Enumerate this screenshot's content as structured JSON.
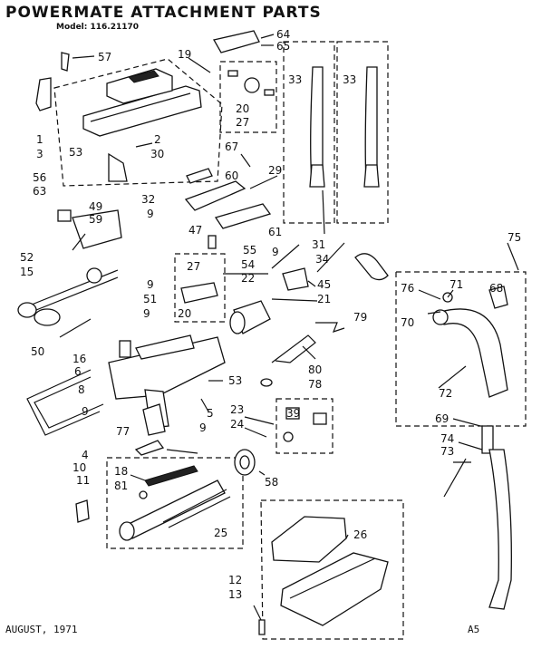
{
  "title": "POWERMATE ATTACHMENT PARTS",
  "model": "Model: 116.21170",
  "footer_date": "AUGUST, 1971",
  "footer_code": "A5",
  "callouts": [
    "57",
    "19",
    "64",
    "65",
    "1",
    "3",
    "2",
    "30",
    "53",
    "56",
    "63",
    "33",
    "20",
    "27",
    "67",
    "60",
    "29",
    "49",
    "59",
    "32",
    "9",
    "61",
    "47",
    "55",
    "52",
    "15",
    "51",
    "27",
    "54",
    "22",
    "45",
    "21",
    "20",
    "79",
    "75",
    "76",
    "71",
    "68",
    "70",
    "72",
    "50",
    "16",
    "6",
    "8",
    "53",
    "80",
    "78",
    "5",
    "23",
    "24",
    "39",
    "9",
    "77",
    "69",
    "74",
    "73",
    "4",
    "10",
    "11",
    "18",
    "81",
    "58",
    "25",
    "26",
    "12",
    "13",
    "31",
    "34",
    "9",
    "33",
    "9",
    "9",
    "9"
  ]
}
